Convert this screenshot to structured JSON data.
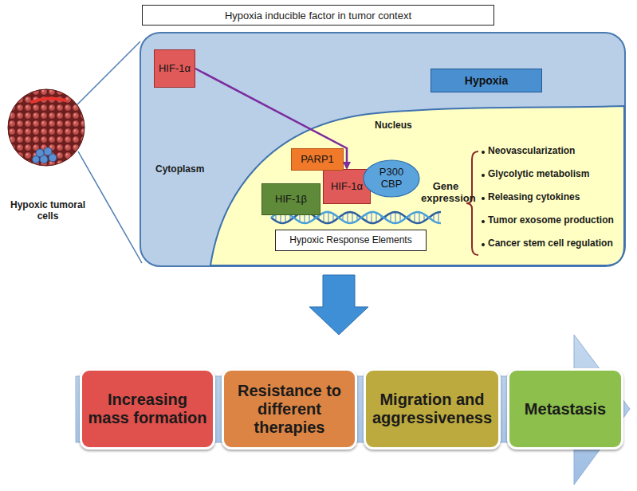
{
  "diagram": {
    "title": "Hypoxia inducible factor in tumor context",
    "nodes": [
      {
        "text": [
          "Cytoplasm"
        ]
      },
      {
        "text": [
          "Hypoxia"
        ],
        "in": 0
      },
      {
        "text": [
          "HIF-1α"
        ],
        "in": 0
      },
      {
        "text": [
          "Nucleus"
        ],
        "in": 0
      },
      {
        "text": [
          "PARP1"
        ],
        "in": 3
      },
      {
        "text": [
          "P300 CBP"
        ],
        "in": 3
      },
      {
        "text": [
          "HIF-1α"
        ],
        "in": 3
      },
      {
        "text": [
          "HIF-1β"
        ],
        "in": 3
      },
      {
        "text": [
          "Hypoxic Response Elements"
        ],
        "in": 3
      },
      {
        "text": [
          "Increasing mass formation"
        ]
      },
      {
        "text": [
          "Resistance to different therapies"
        ]
      },
      {
        "text": [
          "Migration and aggressiveness"
        ]
      },
      {
        "text": [
          "Metastasis"
        ]
      }
    ],
    "edges": [
      {
        "from": 2,
        "to": 6,
        "arrow": "to"
      }
    ],
    "labels": [
      "Hypoxic tumoral cells",
      "Gene expression",
      "Neovascularization",
      "Glycolytic metabolism",
      "Releasing cytokines",
      "Tumor exosome production",
      "Cancer stem cell regulation"
    ]
  }
}
